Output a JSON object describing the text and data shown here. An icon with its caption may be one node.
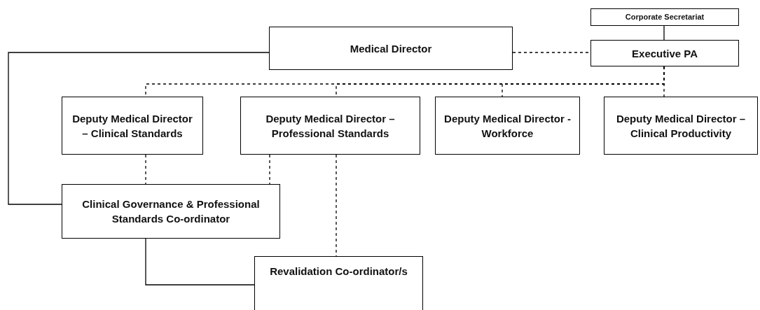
{
  "diagram": {
    "nodes": [
      {
        "text": [
          "Corporate Secretariat"
        ]
      },
      {
        "text": [
          "Medical Director"
        ]
      },
      {
        "text": [
          "Executive PA"
        ]
      },
      {
        "text": [
          "Deputy Medical Director – Clinical Standards"
        ]
      },
      {
        "text": [
          "Deputy Medical Director – Professional Standards"
        ]
      },
      {
        "text": [
          "Deputy Medical Director - Workforce"
        ]
      },
      {
        "text": [
          "Deputy Medical Director – Clinical Productivity"
        ]
      },
      {
        "text": [
          "Clinical Governance & Professional Standards Co-ordinator"
        ]
      },
      {
        "text": [
          "Revalidation Co-ordinator/s"
        ]
      }
    ],
    "edges": [
      {
        "from": 0,
        "to": 2,
        "arrow": "none"
      },
      {
        "from": 1,
        "to": 2,
        "arrow": "none",
        "style": "dashed"
      },
      {
        "from": 2,
        "to": 3,
        "arrow": "none",
        "style": "dashed"
      },
      {
        "from": 2,
        "to": 4,
        "arrow": "none",
        "style": "dashed"
      },
      {
        "from": 2,
        "to": 5,
        "arrow": "none",
        "style": "dashed"
      },
      {
        "from": 2,
        "to": 6,
        "arrow": "none",
        "style": "dashed"
      },
      {
        "from": 1,
        "to": 7,
        "arrow": "none"
      },
      {
        "from": 3,
        "to": 7,
        "arrow": "none",
        "style": "dashed"
      },
      {
        "from": 4,
        "to": 7,
        "arrow": "none",
        "style": "dashed"
      },
      {
        "from": 4,
        "to": 8,
        "arrow": "none",
        "style": "dashed"
      },
      {
        "from": 7,
        "to": 8,
        "arrow": "none"
      }
    ]
  }
}
